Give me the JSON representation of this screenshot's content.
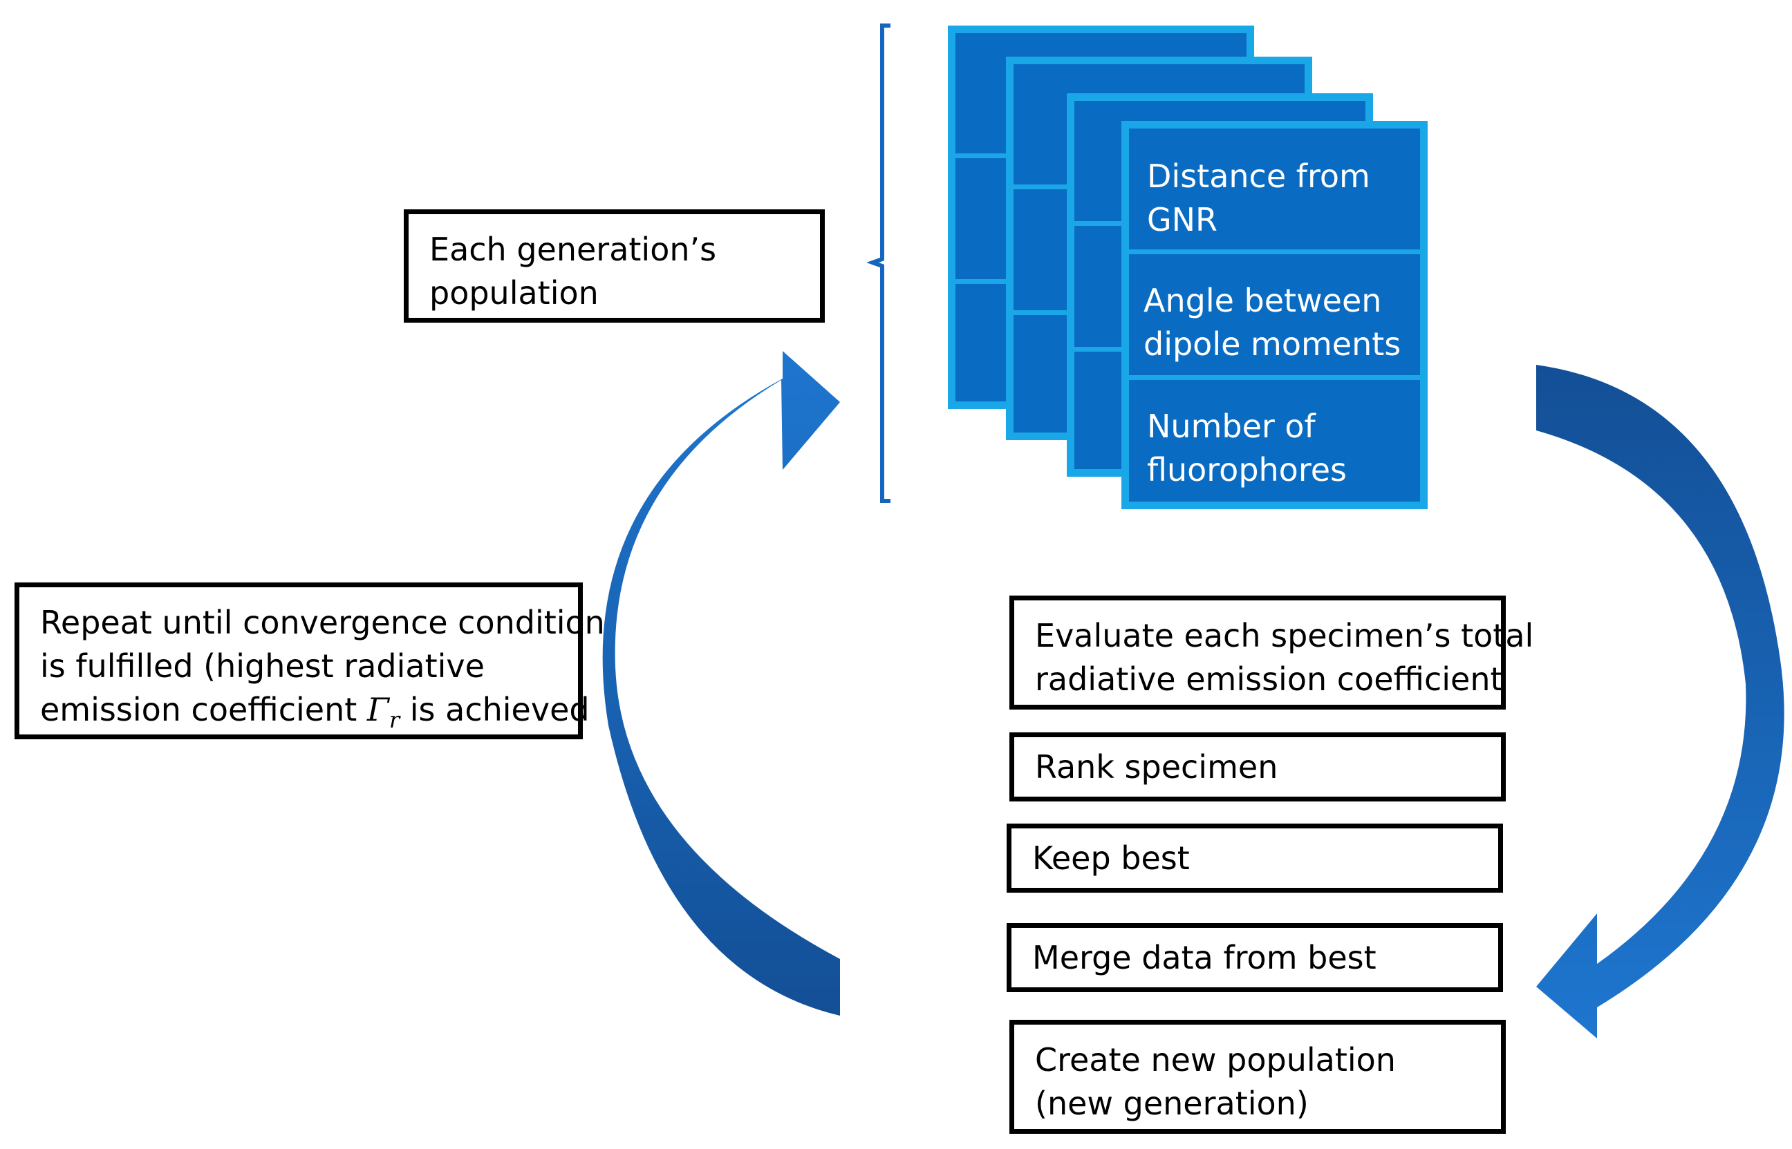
{
  "population_label": [
    "Each generation’s",
    "population"
  ],
  "gene_card": {
    "cells": [
      [
        "Distance from",
        "GNR"
      ],
      [
        "Angle between",
        "dipole moments"
      ],
      [
        "Number of",
        "fluorophores"
      ]
    ]
  },
  "repeat_box": {
    "line1": "Repeat until convergence condition",
    "line2": "is fulfilled (highest radiative",
    "line3_prefix": "emission coefficient ",
    "symbol": "Γ",
    "symbol_sub": "r",
    "line3_suffix": " is achieved"
  },
  "steps": [
    [
      "Evaluate each specimen’s total",
      "radiative emission coefficient"
    ],
    [
      "Rank specimen"
    ],
    [
      "Keep best"
    ],
    [
      "Merge data from best"
    ],
    [
      "Create new population",
      "(new generation)"
    ]
  ],
  "colors": {
    "card_fill": "#0a6bc2",
    "card_border": "#1aa7e8",
    "arrow_light": "#1e76cf",
    "arrow_dark": "#134f96",
    "bracket": "#1565c0"
  }
}
